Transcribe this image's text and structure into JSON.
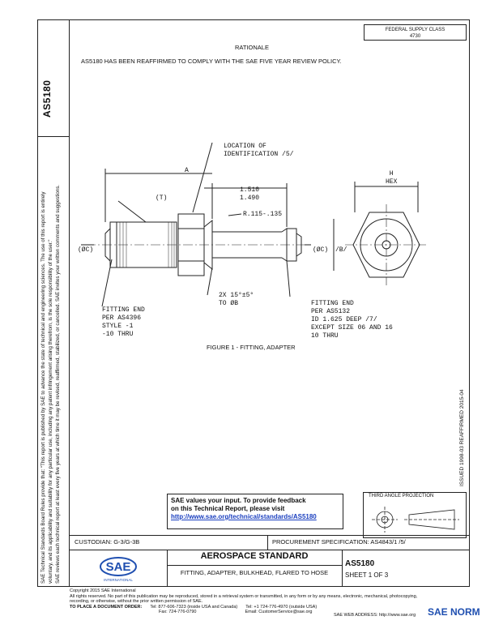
{
  "fsc": "FEDERAL SUPPLY CLASS\n4730",
  "doc_id_vertical": "AS5180",
  "rationale": {
    "title": "RATIONALE",
    "text": "AS5180 HAS BEEN REAFFIRMED TO COMPLY WITH THE SAE FIVE YEAR REVIEW POLICY."
  },
  "drawing": {
    "location_label": "LOCATION OF\nIDENTIFICATION /5/",
    "dim_a": "A",
    "dim_t": "(T)",
    "dim_length": "1.510\n1.490",
    "radius": "R.115-.135",
    "dim_c_left": "(ØC)",
    "dim_c_right": "(ØC)",
    "dim_b": "/B/",
    "dim_h": "H\nHEX",
    "chamfer": "2X 15°±5°\nTO ØB",
    "left_end": "FITTING END\nPER AS4396\nSTYLE -1\n-10 THRU",
    "right_end": "FITTING END\nPER AS5132\nID 1.625 DEEP /7/\nEXCEPT SIZE 06 AND 16\n10 THRU"
  },
  "figure_caption": "FIGURE 1 - FITTING, ADAPTER",
  "revision_vertical": "ISSUED 1998-03   REAFFIRMED 2015-04",
  "side_note_1": "SAE Technical Standards Board Rules provide that: \"This report is published by SAE to advance the state of technical and engineering sciences. The use of this report is entirely",
  "side_note_2": "voluntary, and its applicability and suitability for any particular use, including any patent infringement arising therefrom, is the sole responsibility of the user.\"",
  "side_note_3": "SAE reviews each technical report at least every five years at which time it may be revised, reaffirmed, stabilized, or cancelled. SAE invites your written comments and suggestions.",
  "feedback": {
    "line1": "SAE values your input. To provide feedback",
    "line2": "on this Technical Report, please visit",
    "link": "http://www.sae.org/technical/standards/AS5180"
  },
  "projection_label": "THIRD ANGLE PROJECTION",
  "custodian": "CUSTODIAN: G-3/G-3B",
  "procurement": "PROCUREMENT SPECIFICATION: AS4843/1 /5/",
  "standard_title": "AEROSPACE STANDARD",
  "standard_subtitle": "FITTING, ADAPTER, BULKHEAD, FLARED TO HOSE",
  "doc_number": "AS5180",
  "sheet": "SHEET 1 OF 3",
  "logo": "SAE INTERNATIONAL",
  "footer": {
    "copyright": "Copyright 2015 SAE International",
    "rights": "All rights reserved. No part of this publication may be reproduced, stored in a retrieval system or transmitted, in any form or by any means, electronic, mechanical, photocopying,",
    "rights2": "recording, or otherwise, without the prior written permission of SAE.",
    "order_label": "TO PLACE A DOCUMENT ORDER:",
    "tel": "Tel: 877-606-7323 (inside USA and Canada)",
    "tel2": "Tel: +1 724-776-4970 (outside USA)",
    "fax": "Fax: 724-776-0790",
    "email": "Email: CustomerService@sae.org",
    "web": "SAE WEB ADDRESS: http://www.sae.org"
  },
  "watermark": "SAE NORM"
}
